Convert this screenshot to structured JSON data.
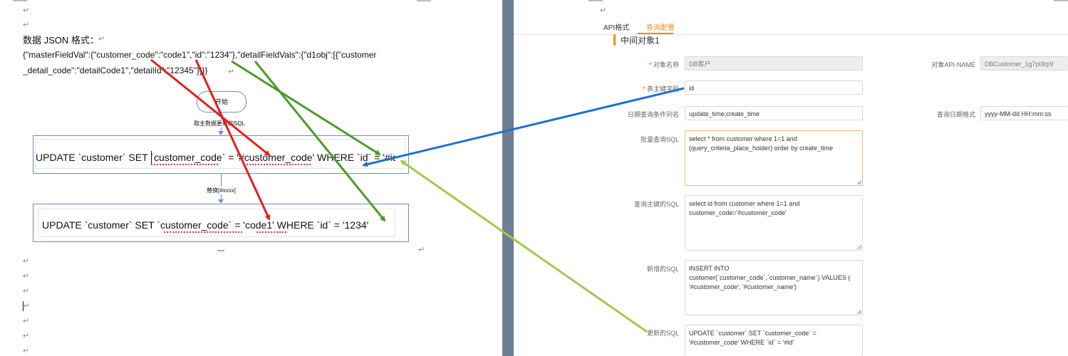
{
  "document": {
    "title": "数据 JSON 格式：",
    "json_line1": "{\"masterFieldVal\":{\"customer_code\":\"code1\",\"id\":\"1234\"},\"detailFieldVals\":{\"d1obj\":[{\"customer",
    "json_line2": "_detail_code\":\"detailCode1\",\"detailId\":\"12345\"}]}}",
    "paragraph_mark": "↵",
    "flow": {
      "start_label": "开始",
      "step1_label": "取主数据更新的SQL",
      "sql_template": "UPDATE `customer` SET `customer_code` = '#customer_code' WHERE `id` = '#id'",
      "replace_label": "替换[#xxxx]",
      "sql_result": "UPDATE `customer` SET `customer_code` = 'code1' WHERE `id` = '1234'"
    }
  },
  "config": {
    "tabs": [
      {
        "label": "API格式",
        "active": false
      },
      {
        "label": "查询配置",
        "active": true
      }
    ],
    "section_title": "中间对象1",
    "fields": {
      "object_name": {
        "label": "对象名称",
        "required": true,
        "value": "DB客户"
      },
      "object_api_name": {
        "label": "对象API-NAME",
        "value": "DBCustomer_1g7pl3rp9"
      },
      "master_key": {
        "label": "表主键字段",
        "required": true,
        "value": "id"
      },
      "date_query_cols": {
        "label": "日期查询条件列名",
        "value": "update_time;create_time"
      },
      "date_format": {
        "label": "查询日期格式",
        "value": "yyyy-MM-dd HH:mm:ss"
      },
      "batch_sql": {
        "label": "批量查询SQL",
        "value": "select * from customer where 1=1 and\n(query_criteria_place_holder) order by create_time"
      },
      "pk_sql": {
        "label": "查询主键的SQL",
        "value": "select id from customer where 1=1 and\ncustomer_code='#customer_code'"
      },
      "insert_sql": {
        "label": "新增的SQL",
        "value": "INSERT INTO\ncustomer(`customer_code`,`customer_name`) VALUES (\n'#customer_code', '#customer_name')"
      },
      "update_sql": {
        "label": "更新的SQL",
        "value": "UPDATE `customer` SET `customer_code` =\n'#customer_code' WHERE `id` = '#id'"
      }
    }
  },
  "colors": {
    "accent": "#f08c1d",
    "arrow_red": "#e02020",
    "arrow_green": "#4c9a2a",
    "arrow_blue": "#1f6fd6",
    "arrow_lime": "#a4c84a",
    "divider": "#6f7f93"
  }
}
